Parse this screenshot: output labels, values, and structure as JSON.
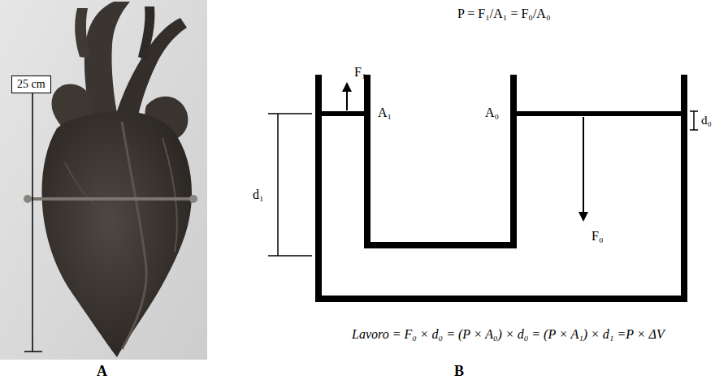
{
  "diagram": {
    "nodes": [
      {
        "text": [
          "25 cm"
        ]
      }
    ],
    "labels": [
      "P = F₁/A₁ = F₀/A₀",
      "F₁",
      "A₁",
      "d₁",
      "A₀",
      "d₀",
      "F₀",
      "Lavoro = F₀ × d₀ = (P × A₀) × d₀ = (P × A₁) × d₁ =P × ΔV",
      "A",
      "B"
    ]
  }
}
